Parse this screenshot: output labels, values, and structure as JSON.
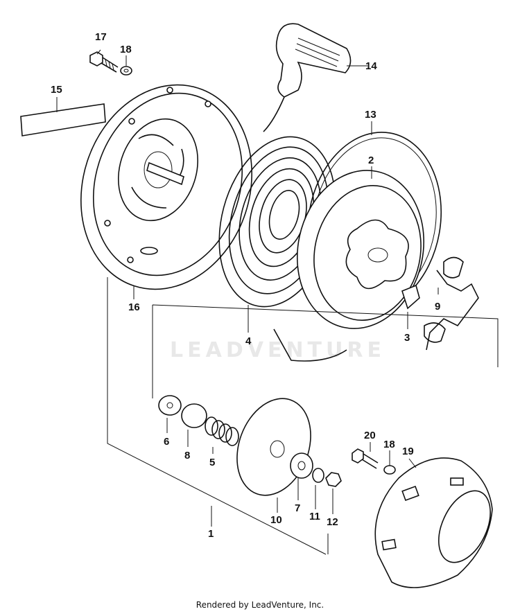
{
  "watermark": "LEADVENTURE",
  "footer": "Rendered by LeadVenture, Inc.",
  "callouts": {
    "c1": "1",
    "c2": "2",
    "c3": "3",
    "c4": "4",
    "c5": "5",
    "c6": "6",
    "c7": "7",
    "c8": "8",
    "c9": "9",
    "c10": "10",
    "c11": "11",
    "c12": "12",
    "c13": "13",
    "c14": "14",
    "c15": "15",
    "c16": "16",
    "c17": "17",
    "c18a": "18",
    "c18b": "18",
    "c19": "19",
    "c20": "20"
  }
}
